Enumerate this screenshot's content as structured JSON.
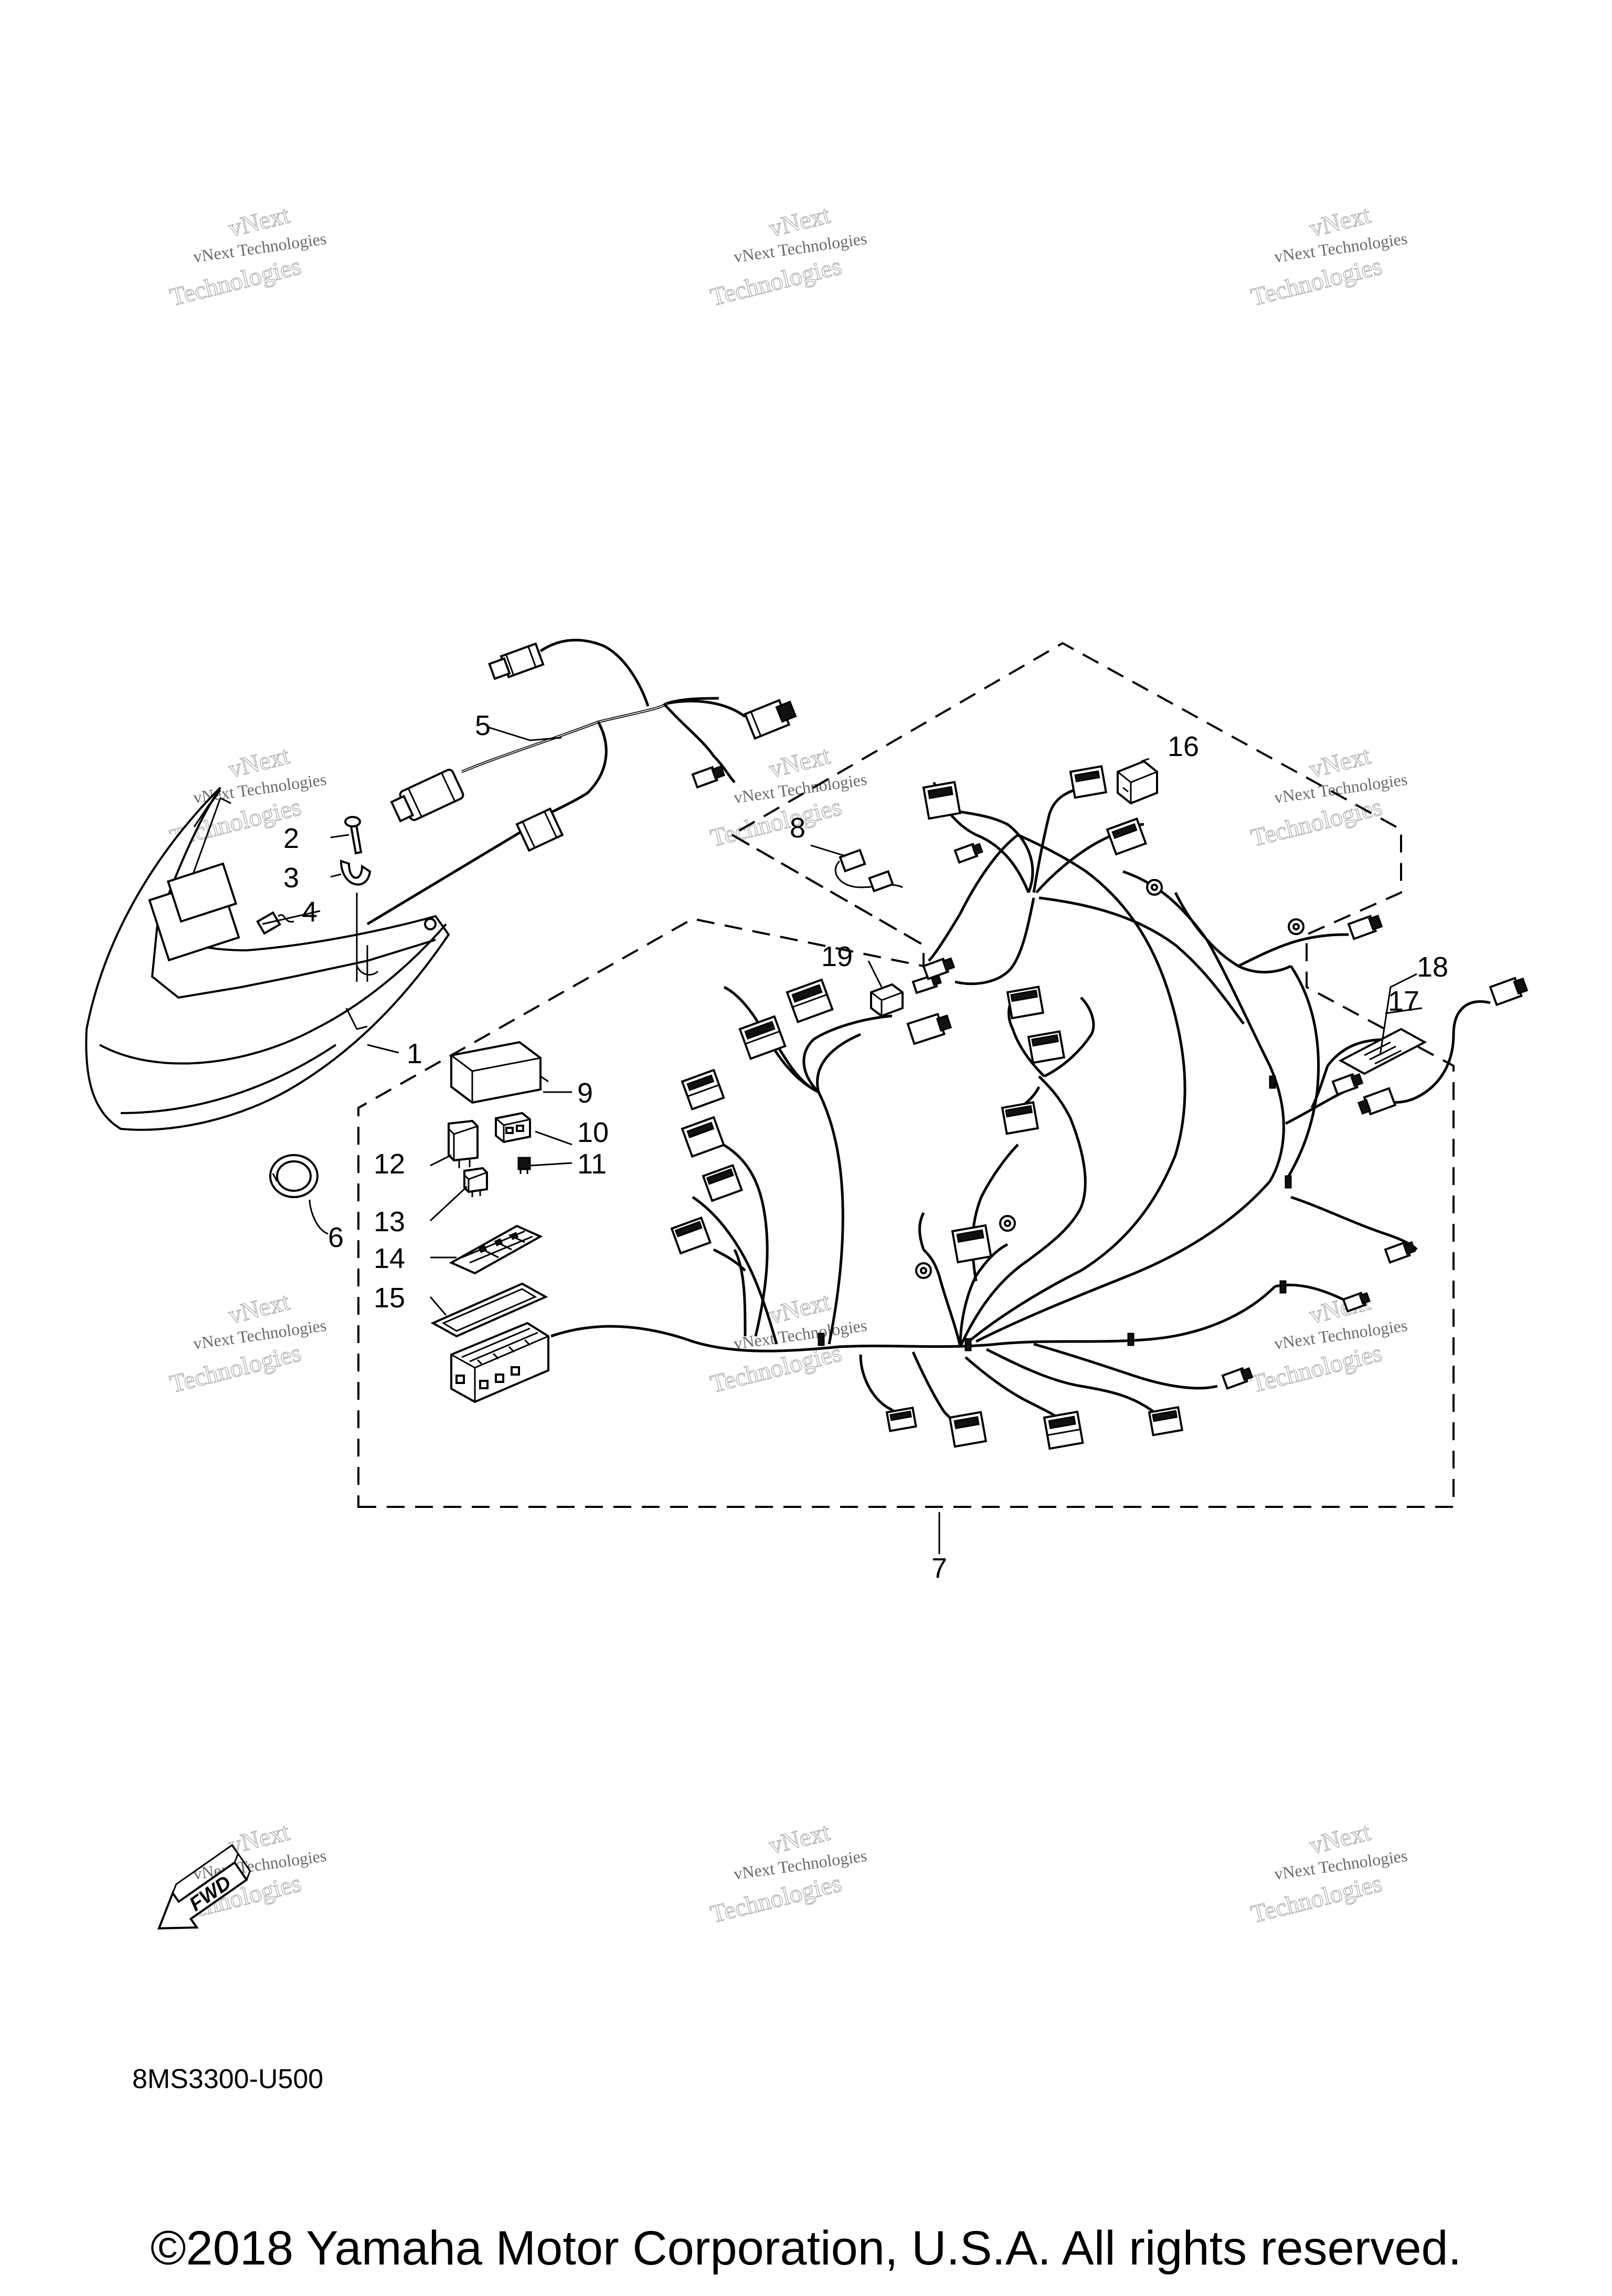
{
  "watermark": {
    "line1": "vNext Technologies",
    "line2": "vNext",
    "line3": "Technologies"
  },
  "labels": [
    {
      "key": "1",
      "text": "1"
    },
    {
      "key": "2",
      "text": "2"
    },
    {
      "key": "3",
      "text": "3"
    },
    {
      "key": "4",
      "text": "4"
    },
    {
      "key": "5",
      "text": "5"
    },
    {
      "key": "6",
      "text": "6"
    },
    {
      "key": "7",
      "text": "7"
    },
    {
      "key": "8",
      "text": "8"
    },
    {
      "key": "9",
      "text": "9"
    },
    {
      "key": "10",
      "text": "10"
    },
    {
      "key": "11",
      "text": "11"
    },
    {
      "key": "12",
      "text": "12"
    },
    {
      "key": "13",
      "text": "13"
    },
    {
      "key": "14",
      "text": "14"
    },
    {
      "key": "15",
      "text": "15"
    },
    {
      "key": "16",
      "text": "16"
    },
    {
      "key": "17",
      "text": "17"
    },
    {
      "key": "18",
      "text": "18"
    },
    {
      "key": "19",
      "text": "19"
    }
  ],
  "fwd_arrow": "FWD",
  "diagram_code": "8MS3300-U500",
  "copyright": "©2018 Yamaha Motor Corporation, U.S.A. All rights reserved."
}
